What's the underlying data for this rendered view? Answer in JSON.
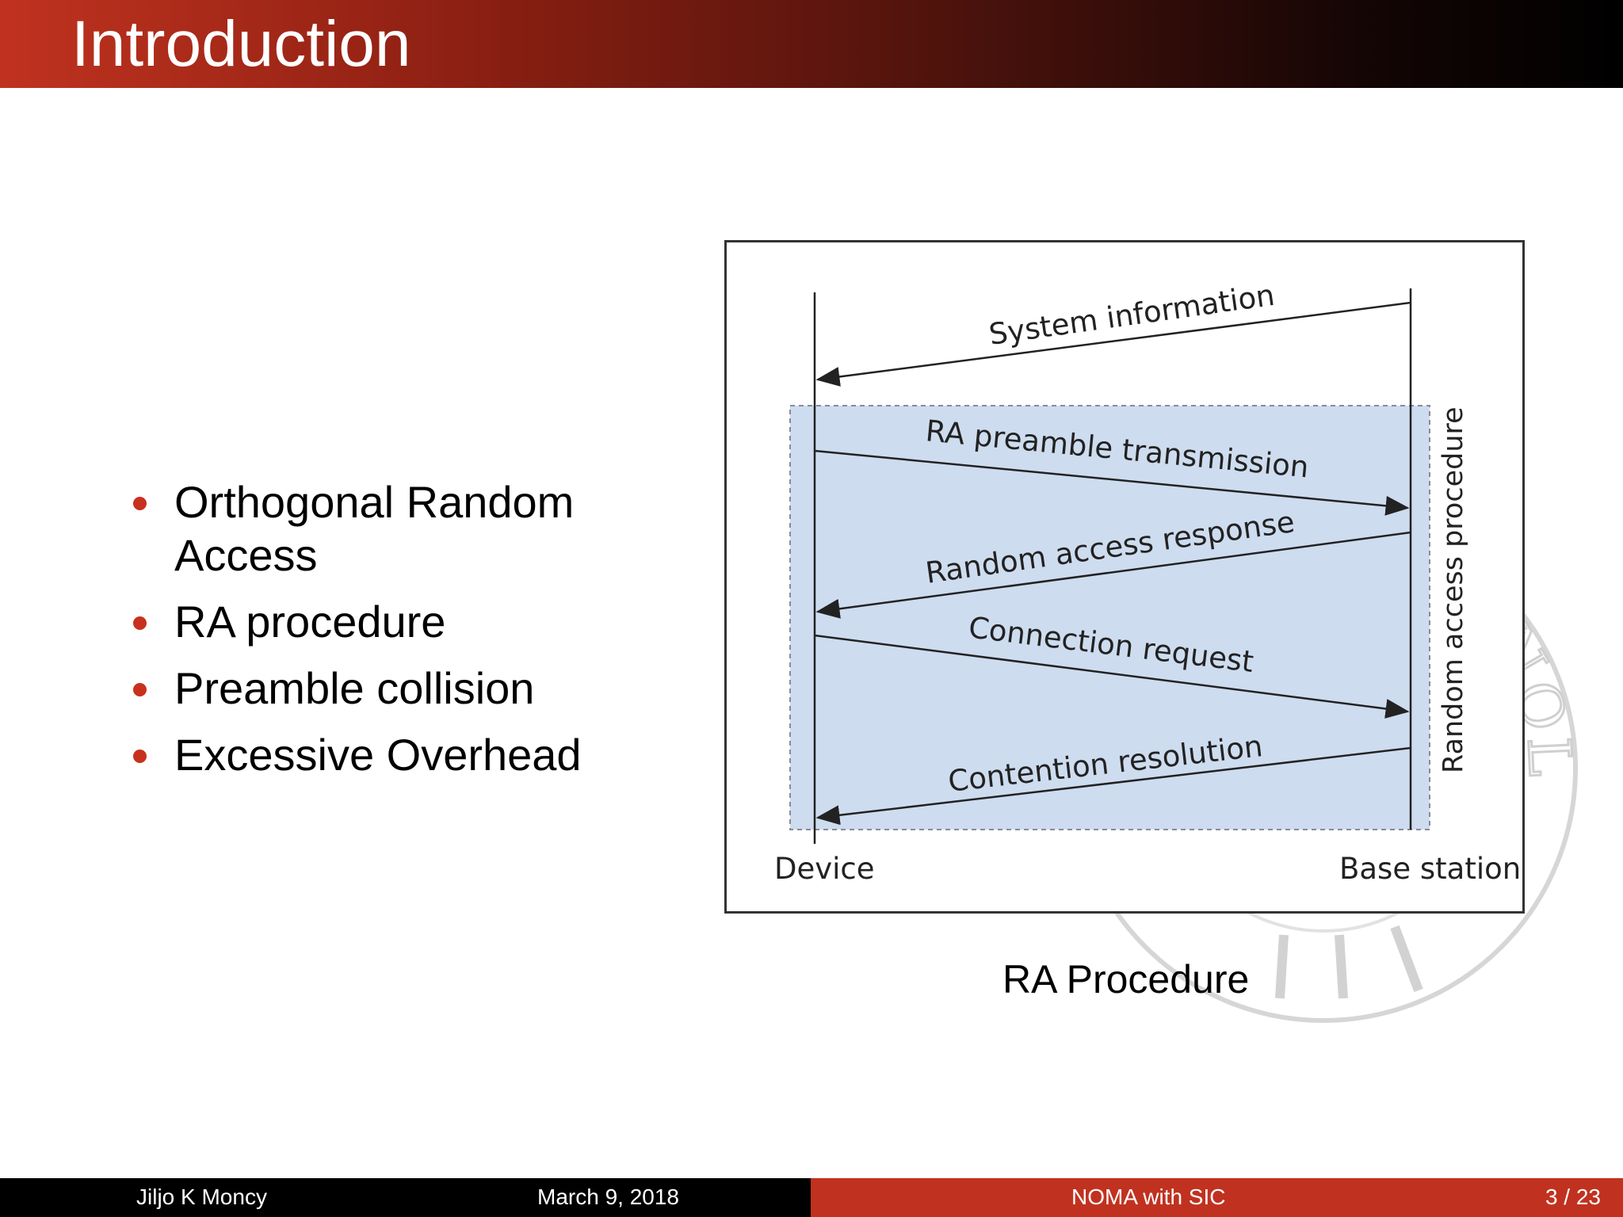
{
  "slide": {
    "title": "Introduction",
    "bullets": [
      "Orthogonal Random Access",
      "RA procedure",
      "Preamble collision",
      "Excessive Overhead"
    ],
    "figure": {
      "caption": "RA Procedure",
      "device_label": "Device",
      "base_station_label": "Base station",
      "procedure_label": "Random access procedure",
      "messages": [
        "System information",
        "RA preamble transmission",
        "Random access response",
        "Connection request",
        "Contention resolution"
      ],
      "seal_text": "ECHNOLO"
    }
  },
  "footer": {
    "author": "Jiljo K Moncy",
    "date": "March 9, 2018",
    "title": "NOMA with SIC",
    "page": "3 / 23"
  },
  "colors": {
    "accent": "#c0321f",
    "procedure_fill": "#cedcef",
    "bullet": "#c8311e"
  }
}
